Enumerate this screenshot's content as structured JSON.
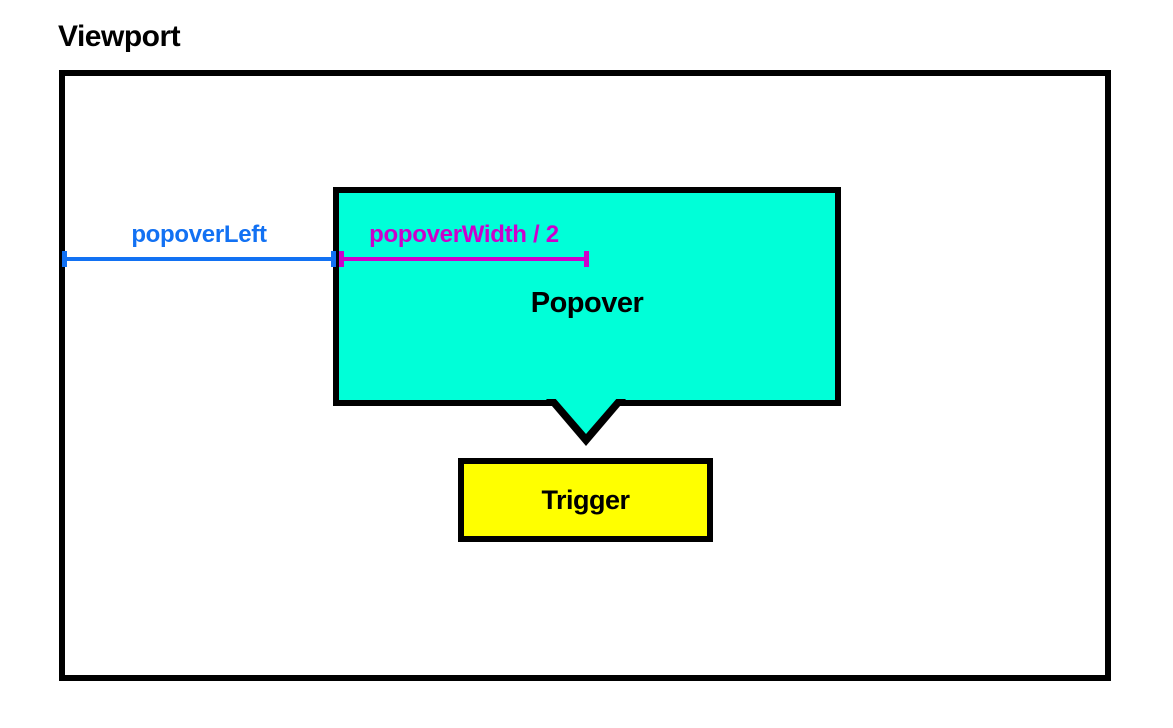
{
  "diagram": {
    "title": "Viewport",
    "popover_label": "Popover",
    "trigger_label": "Trigger",
    "measures": {
      "popover_left": "popoverLeft",
      "popover_width_half": "popoverWidth / 2"
    }
  },
  "colors": {
    "background": "#ffffff",
    "text": "#000000",
    "outline": "#000000",
    "popover_fill": "#00ffd8",
    "trigger_fill": "#ffff00",
    "measure_left": "#1271f3",
    "measure_width": "#cc00cc"
  }
}
